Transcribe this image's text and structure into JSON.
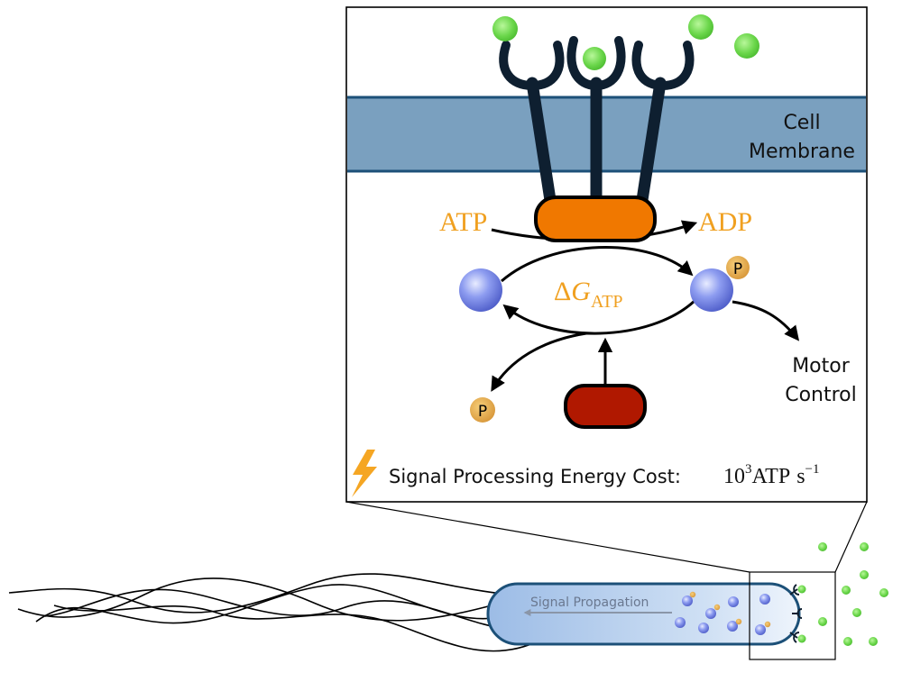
{
  "inset": {
    "membrane_line1": "Cell",
    "membrane_line2": "Membrane",
    "atp": "ATP",
    "adp": "ADP",
    "delta": "Δ",
    "g_var": "G",
    "g_sub": "ATP",
    "phosphate_symbol": "P",
    "motor_line1": "Motor",
    "motor_line2": "Control",
    "cost_label": "Signal Processing Energy Cost: ",
    "cost_base": "10",
    "cost_exp": "3",
    "cost_unit": "ATP",
    "cost_s": "s",
    "cost_s_exp": "−1"
  },
  "bacterium": {
    "signal_label": "Signal Propagation"
  },
  "colors": {
    "membrane": "#7aa0bf",
    "membrane_edge": "#1c5078",
    "receptor": "#0e1f30",
    "kinase": "#f07800",
    "phosphatase": "#b01800",
    "ligand": "#6ad64a",
    "protein": "#6f80dd",
    "phosphate": "#e0a040",
    "label_gold": "#f0a020",
    "bolt": "#f5a623"
  }
}
